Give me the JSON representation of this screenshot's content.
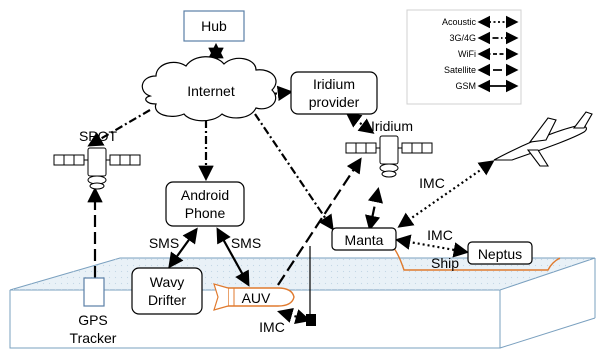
{
  "nodes": {
    "hub": "Hub",
    "internet": "Internet",
    "iridium_provider": [
      "Iridium",
      "provider"
    ],
    "spot": "SPOT",
    "iridium": "Iridium",
    "android_phone": [
      "Android",
      "Phone"
    ],
    "manta": "Manta",
    "neptus": "Neptus",
    "ship": "Ship",
    "wavy_drifter": [
      "Wavy",
      "Drifter"
    ],
    "auv": "AUV",
    "gps_tracker": [
      "GPS",
      "Tracker"
    ]
  },
  "link_labels": {
    "sms_left": "SMS",
    "sms_right": "SMS",
    "imc_air": "IMC",
    "imc_neptus": "IMC",
    "imc_underwater": "IMC"
  },
  "legend": {
    "items": [
      {
        "label": "Acoustic",
        "style": "dotted"
      },
      {
        "label": "3G/4G",
        "style": "dash-dot"
      },
      {
        "label": "WiFi",
        "style": "dashed"
      },
      {
        "label": "Satellite",
        "style": "long-dash"
      },
      {
        "label": "GSM",
        "style": "solid"
      }
    ]
  },
  "colors": {
    "hub_border": "#5b7fa6",
    "vessel_outline": "#e07a2e",
    "water_fill": "#e9f1f7",
    "water_edge": "#7aa0bf"
  }
}
